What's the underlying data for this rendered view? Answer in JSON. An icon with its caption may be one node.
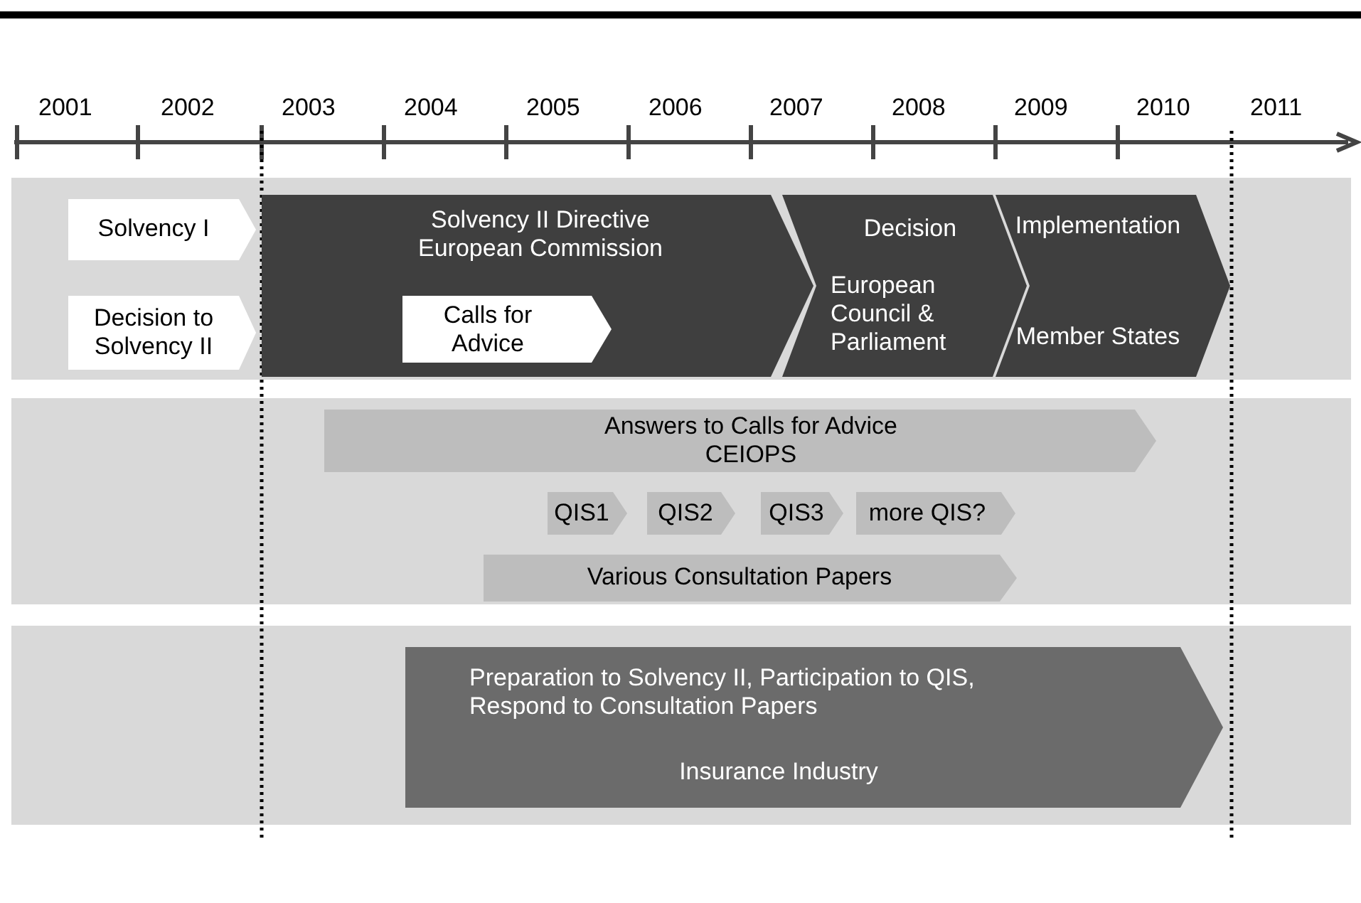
{
  "diagram": {
    "nodes": [
      {
        "text": [
          "Solvency I"
        ]
      },
      {
        "text": [
          "Decision to Solvency II"
        ]
      },
      {
        "text": [
          "Solvency II Directive European Commission"
        ]
      },
      {
        "text": [
          "Calls for Advice"
        ],
        "in": 2
      },
      {
        "text": [
          "Decision",
          "European Council & Parliament"
        ]
      },
      {
        "text": [
          "Implementation",
          "Member States"
        ]
      },
      {
        "text": [
          "Answers to Calls for Advice CEIOPS"
        ]
      },
      {
        "text": [
          "QIS1"
        ]
      },
      {
        "text": [
          "QIS2"
        ]
      },
      {
        "text": [
          "QIS3"
        ]
      },
      {
        "text": [
          "more QIS?"
        ]
      },
      {
        "text": [
          "Various Consultation Papers"
        ]
      },
      {
        "text": [
          "Preparation to Solvency II, Participation to QIS, Respond to Consultation Papers",
          "Insurance Industry"
        ]
      }
    ],
    "labels": [
      "2001",
      "2002",
      "2003",
      "2004",
      "2005",
      "2006",
      "2007",
      "2008",
      "2009",
      "2010",
      "2011"
    ]
  }
}
